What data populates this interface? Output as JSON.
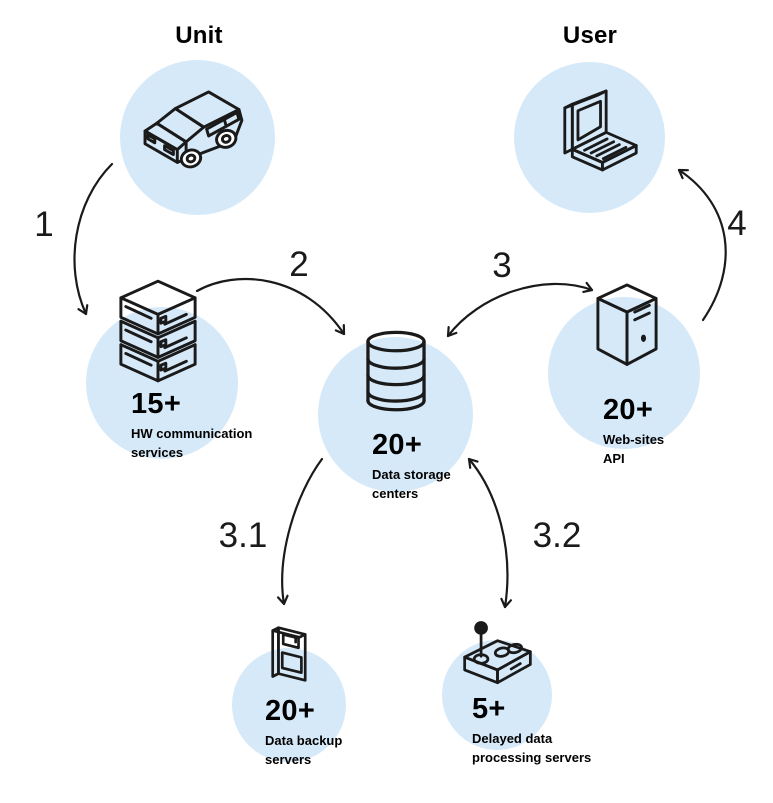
{
  "diagram": {
    "background": "#ffffff",
    "colors": {
      "circle_fill": "#d6e9f8",
      "line_color": "#1a1a1a",
      "text_color": "#000000"
    },
    "nodes": {
      "unit": {
        "title": "Unit",
        "icon": "car-icon"
      },
      "user": {
        "title": "User",
        "icon": "laptop-icon"
      },
      "hw": {
        "count": "15+",
        "label_line1": "HW communication",
        "label_line2": "services",
        "icon": "server-stack-icon"
      },
      "storage": {
        "count": "20+",
        "label_line1": "Data storage",
        "label_line2": "centers",
        "icon": "database-icon"
      },
      "api": {
        "count": "20+",
        "label_line1": "Web-sites",
        "label_line2": "API",
        "icon": "tower-pc-icon"
      },
      "backup": {
        "count": "20+",
        "label_line1": "Data backup",
        "label_line2": "servers",
        "icon": "floppy-disk-icon"
      },
      "delayed": {
        "count": "5+",
        "label_line1": "Delayed data",
        "label_line2": "processing servers",
        "icon": "joystick-icon"
      }
    },
    "flows": {
      "step_1": {
        "label": "1",
        "from": "unit",
        "to": "hw",
        "bidirectional": false
      },
      "step_2": {
        "label": "2",
        "from": "hw",
        "to": "storage",
        "bidirectional": false
      },
      "step_3": {
        "label": "3",
        "from": "storage",
        "to": "api",
        "bidirectional": true
      },
      "step_4": {
        "label": "4",
        "from": "api",
        "to": "user",
        "bidirectional": false
      },
      "step_31": {
        "label": "3.1",
        "from": "storage",
        "to": "backup",
        "bidirectional": false
      },
      "step_32": {
        "label": "3.2",
        "from": "storage",
        "to": "delayed",
        "bidirectional": true
      }
    }
  }
}
